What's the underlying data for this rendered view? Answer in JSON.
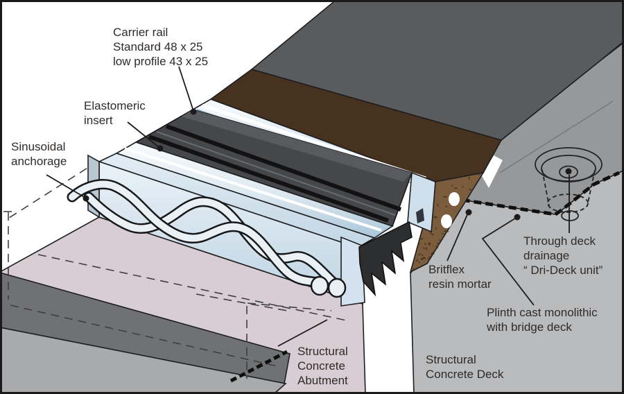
{
  "diagram": {
    "subject": "Bridge expansion joint isometric cutaway (Britflex BEJ type)",
    "labels": {
      "carrier_rail": "Carrier rail\nStandard 48 x 25\nlow profile 43 x 25",
      "elastomeric_insert": "Elastomeric\ninsert",
      "sinusoidal_anchorage": "Sinusoidal\nanchorage",
      "britflex_resin_mortar": "Britflex\nresin mortar",
      "through_deck_drainage": "Through deck\ndrainage\n“ Dri-Deck unit”",
      "plinth": "Plinth cast monolithic\nwith bridge deck",
      "abutment": "Structural\nConcrete\nAbutment",
      "deck": "Structural\nConcrete Deck"
    },
    "parts": [
      "carrier-rail",
      "elastomeric-insert",
      "sinusoidal-anchorage",
      "britflex-resin-mortar",
      "dri-deck-drainage-unit",
      "plinth",
      "structural-concrete-abutment",
      "structural-concrete-deck",
      "asphalt-surfacing"
    ],
    "colors": {
      "asphalt": "#5a5b5d",
      "deck_top": "#97989a",
      "deck_face": "#babbbd",
      "mortar_top": "#47311f",
      "mortar_cut_face": "#7b5c3c",
      "abutment_top": "#d8cdd3",
      "abutment_shelf": "#707173",
      "abutment_lower": "#a9aaac",
      "steel_blue_light": "#eaf2f8",
      "steel_blue_mid": "#c2d6e4",
      "elastomer_dark": "#46474a",
      "outline": "#1d1e20"
    }
  }
}
